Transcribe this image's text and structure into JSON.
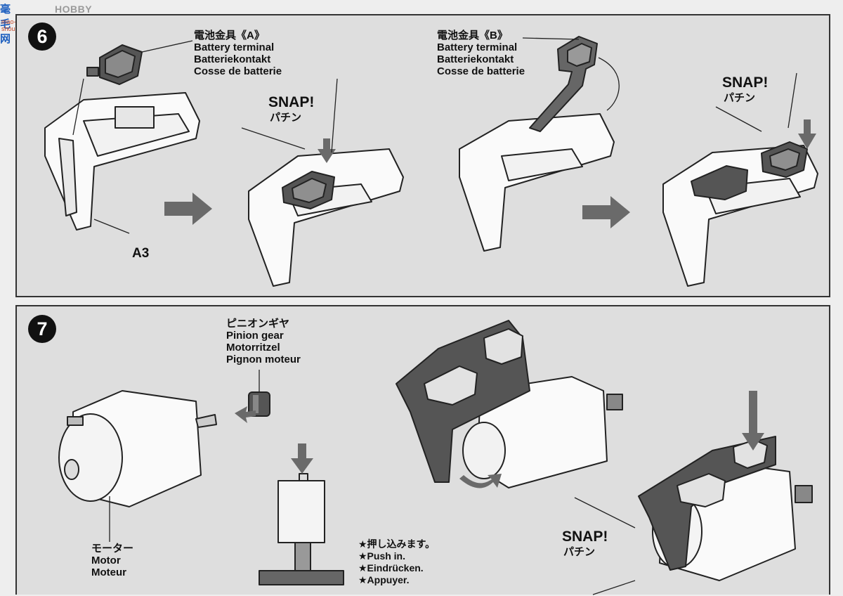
{
  "watermark": {
    "logo": "毫毛网",
    "text": "HOBBY SEARCH",
    "subtext": "mao-shou.com"
  },
  "step6": {
    "number": "6",
    "terminal_a": {
      "ja": "電池金具《A》",
      "en": "Battery terminal",
      "de": "Batteriekontakt",
      "fr": "Cosse de batterie"
    },
    "terminal_b": {
      "ja": "電池金具《B》",
      "en": "Battery terminal",
      "de": "Batteriekontakt",
      "fr": "Cosse de batterie"
    },
    "snap1": {
      "en": "SNAP!",
      "ja": "パチン"
    },
    "snap2": {
      "en": "SNAP!",
      "ja": "パチン"
    },
    "part_label": "A3"
  },
  "step7": {
    "number": "7",
    "pinion": {
      "ja": "ピニオンギヤ",
      "en": "Pinion gear",
      "de": "Motorritzel",
      "fr": "Pignon moteur"
    },
    "motor": {
      "ja": "モーター",
      "en": "Motor",
      "fr": "Moteur"
    },
    "push": {
      "ja": "★押し込みます。",
      "en": "★Push in.",
      "de": "★Eindrücken.",
      "fr": "★Appuyer."
    },
    "snap": {
      "en": "SNAP!",
      "ja": "パチン"
    }
  }
}
